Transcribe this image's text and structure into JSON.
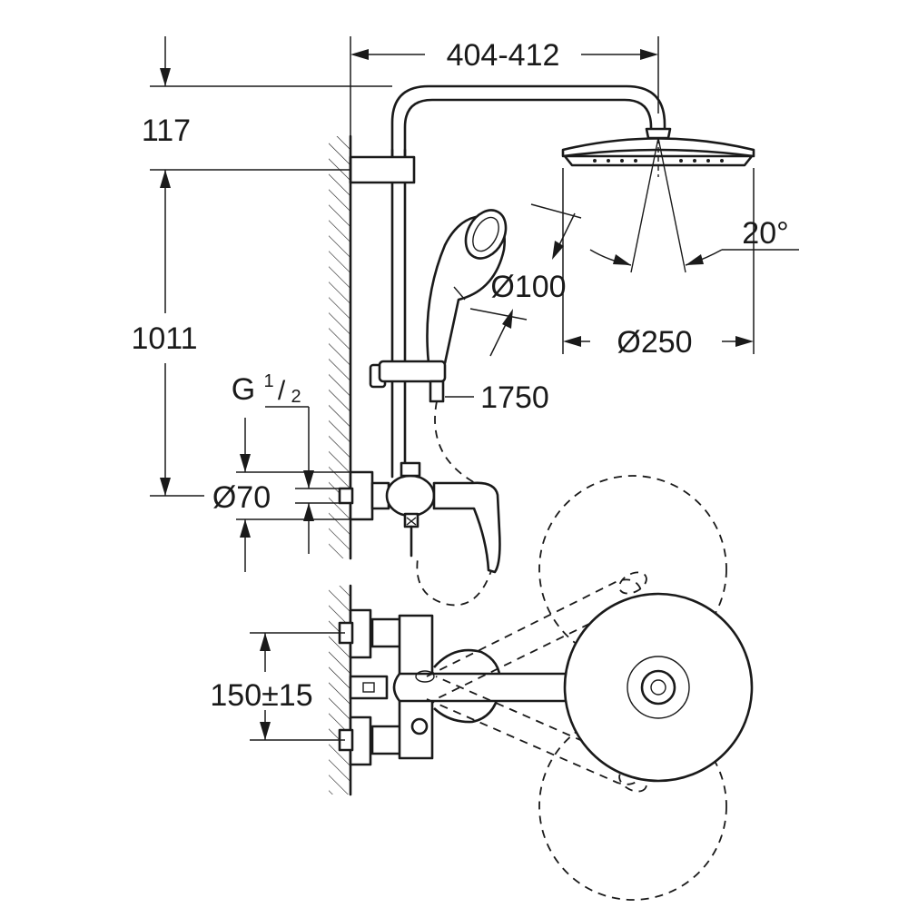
{
  "dimensions": {
    "rail_reach": "404-412",
    "top_offset": "117",
    "rail_height": "1011",
    "handshower_diameter": "Ø100",
    "headshower_diameter": "Ø250",
    "headshower_angle": "20°",
    "hose_length": "1750",
    "flange_diameter": "Ø70",
    "connection_spacing": "150±15"
  },
  "thread": {
    "prefix": "G",
    "numerator": "1",
    "slash": "/",
    "denominator": "2"
  }
}
